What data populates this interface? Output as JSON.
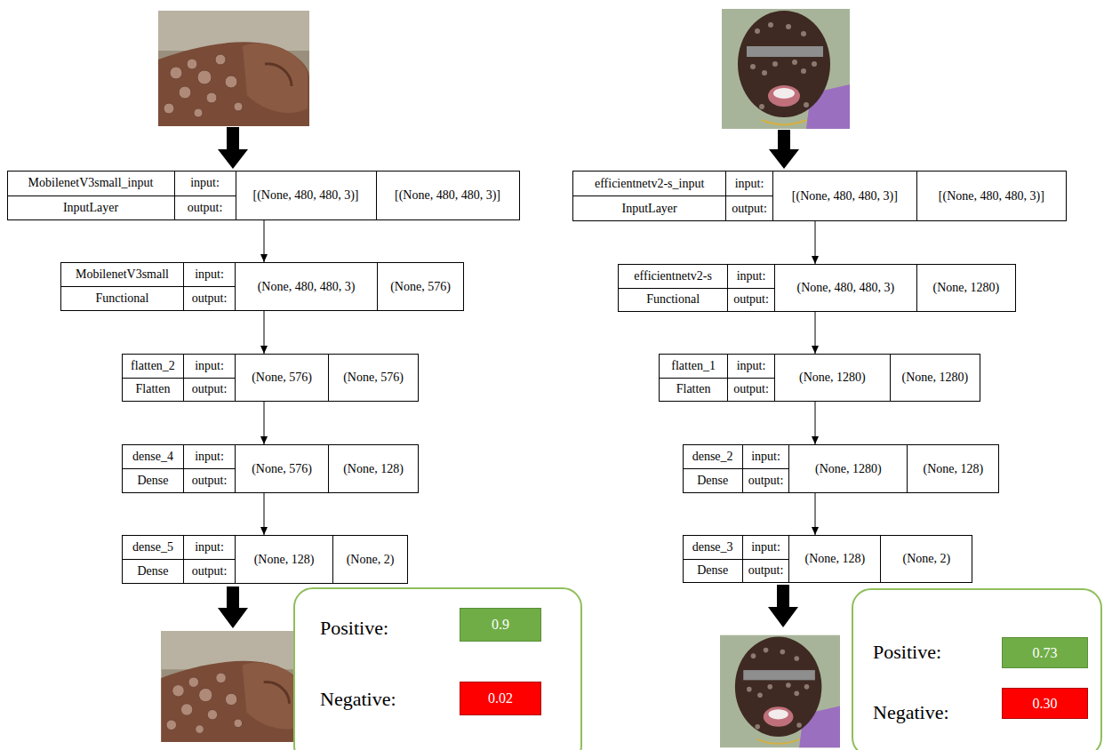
{
  "diagram": {
    "nodes": [
      {
        "text": [
          "MobilenetV3small_input",
          "InputLayer",
          "input:",
          "output:",
          "[(None, 480, 480, 3)]",
          "[(None, 480, 480, 3)]"
        ]
      },
      {
        "text": [
          "MobilenetV3small",
          "Functional",
          "input:",
          "output:",
          "(None, 480, 480, 3)",
          "(None, 576)"
        ]
      },
      {
        "text": [
          "flatten_2",
          "Flatten",
          "input:",
          "output:",
          "(None, 576)",
          "(None, 576)"
        ]
      },
      {
        "text": [
          "dense_4",
          "Dense",
          "input:",
          "output:",
          "(None, 576)",
          "(None, 128)"
        ]
      },
      {
        "text": [
          "dense_5",
          "Dense",
          "input:",
          "output:",
          "(None, 128)",
          "(None, 2)"
        ]
      },
      {
        "text": [
          "Positive:",
          "Negative:"
        ]
      },
      {
        "text": [
          "0.9"
        ],
        "in": 5
      },
      {
        "text": [
          "0.02"
        ],
        "in": 5
      },
      {
        "text": [
          "efficientnetv2-s_input",
          "InputLayer",
          "input:",
          "output:",
          "[(None, 480, 480, 3)]",
          "[(None, 480, 480, 3)]"
        ]
      },
      {
        "text": [
          "efficientnetv2-s",
          "Functional",
          "input:",
          "output:",
          "(None, 480, 480, 3)",
          "(None, 1280)"
        ]
      },
      {
        "text": [
          "flatten_1",
          "Flatten",
          "input:",
          "output:",
          "(None, 1280)",
          "(None, 1280)"
        ]
      },
      {
        "text": [
          "dense_2",
          "Dense",
          "input:",
          "output:",
          "(None, 1280)",
          "(None, 128)"
        ]
      },
      {
        "text": [
          "dense_3",
          "Dense",
          "input:",
          "output:",
          "(None, 128)",
          "(None, 2)"
        ]
      },
      {
        "text": [
          "Positive:",
          "Negative:"
        ]
      },
      {
        "text": [
          "0.73"
        ],
        "in": 13
      },
      {
        "text": [
          "0.30"
        ],
        "in": 13
      }
    ],
    "edges": [
      {
        "from": 0,
        "to": 1,
        "arrow": "to"
      },
      {
        "from": 1,
        "to": 2,
        "arrow": "to"
      },
      {
        "from": 2,
        "to": 3,
        "arrow": "to"
      },
      {
        "from": 3,
        "to": 4,
        "arrow": "to"
      },
      {
        "from": 8,
        "to": 9,
        "arrow": "to"
      },
      {
        "from": 9,
        "to": 10,
        "arrow": "to"
      },
      {
        "from": 10,
        "to": 11,
        "arrow": "to"
      },
      {
        "from": 11,
        "to": 12,
        "arrow": "to"
      }
    ]
  }
}
